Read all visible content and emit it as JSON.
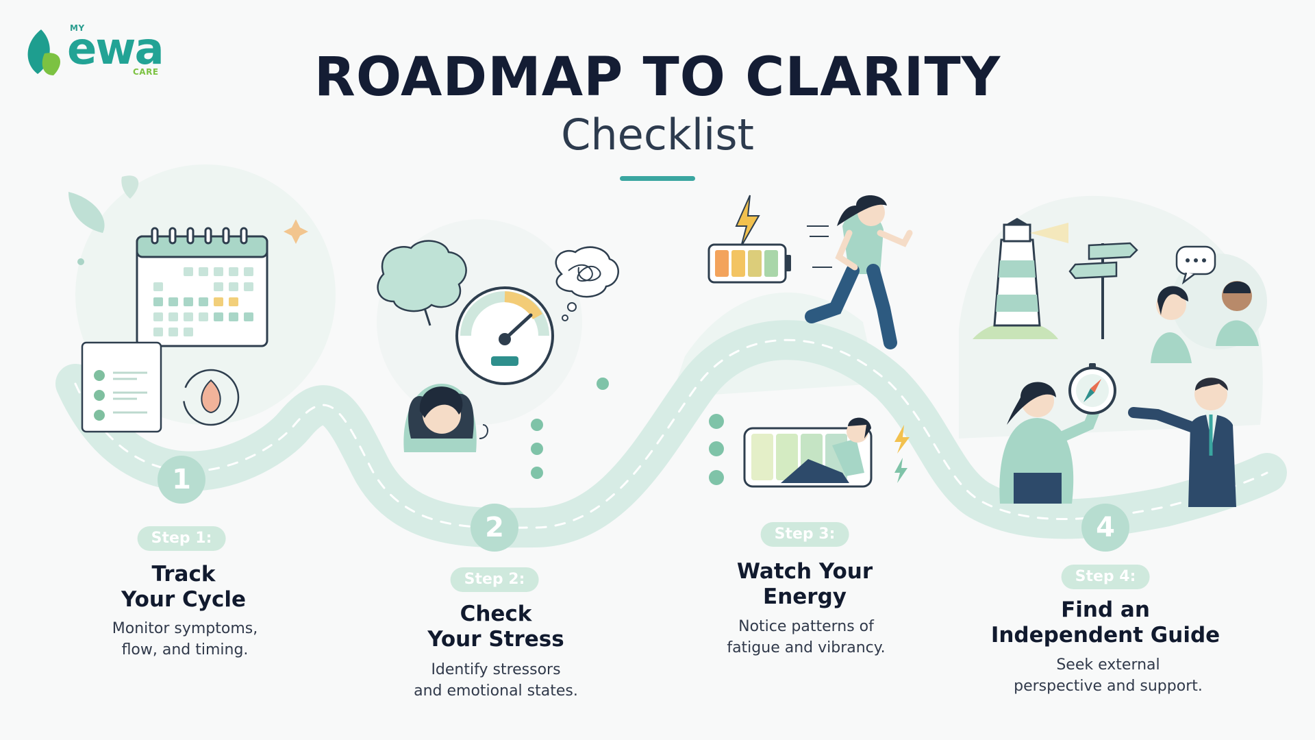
{
  "logo": {
    "top": "MY",
    "word": "ewa",
    "bottom": "CARE"
  },
  "title": "ROADMAP TO CLARITY",
  "subtitle": "Checklist",
  "colors": {
    "accent": "#3aa6a0",
    "road": "#d7ece5",
    "badge": "#cfe9dd",
    "circle": "#b7ddd0",
    "text_dark": "#141d34"
  },
  "steps": [
    {
      "number": "1",
      "badge": "Step 1:",
      "heading_line1": "Track",
      "heading_line2": "Your Cycle",
      "desc_line1": "Monitor symptoms,",
      "desc_line2": "flow, and timing.",
      "icons": [
        "calendar-icon",
        "checklist-icon",
        "cycle-leaf-icon"
      ]
    },
    {
      "number": "2",
      "badge": "Step 2:",
      "heading_line1": "Check",
      "heading_line2": "Your Stress",
      "desc_line1": "Identify stressors",
      "desc_line2": "and emotional states.",
      "icons": [
        "brain-icon",
        "stress-gauge-icon",
        "tangled-thought-icon",
        "woman-breathing-icon"
      ]
    },
    {
      "number": "3",
      "badge": "Step 3:",
      "heading_line1": "Watch Your",
      "heading_line2": "Energy",
      "desc_line1": "Notice patterns of",
      "desc_line2": "fatigue and vibrancy.",
      "icons": [
        "battery-icon",
        "lightning-icon",
        "running-woman-icon",
        "resting-woman-icon"
      ]
    },
    {
      "number": "4",
      "badge": "Step 4:",
      "heading_line1": "Find an",
      "heading_line2": "Independent Guide",
      "desc_line1": "Seek external",
      "desc_line2": "perspective and support.",
      "icons": [
        "lighthouse-icon",
        "signpost-icon",
        "chat-bubble-icon",
        "compass-icon",
        "guide-people-icon"
      ]
    }
  ]
}
